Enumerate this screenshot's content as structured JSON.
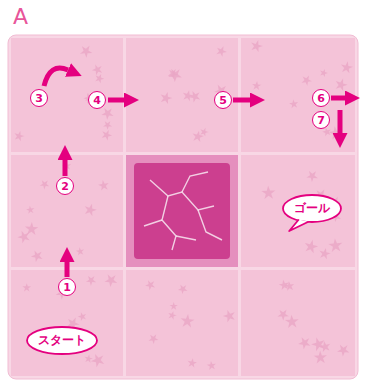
{
  "diagram": {
    "title": "A",
    "nodes": [
      {
        "text": [
          "ゴール"
        ]
      },
      {
        "text": [
          "スタート"
        ]
      }
    ],
    "labels": [
      "1",
      "2",
      "3",
      "4",
      "5",
      "6",
      "7"
    ]
  }
}
